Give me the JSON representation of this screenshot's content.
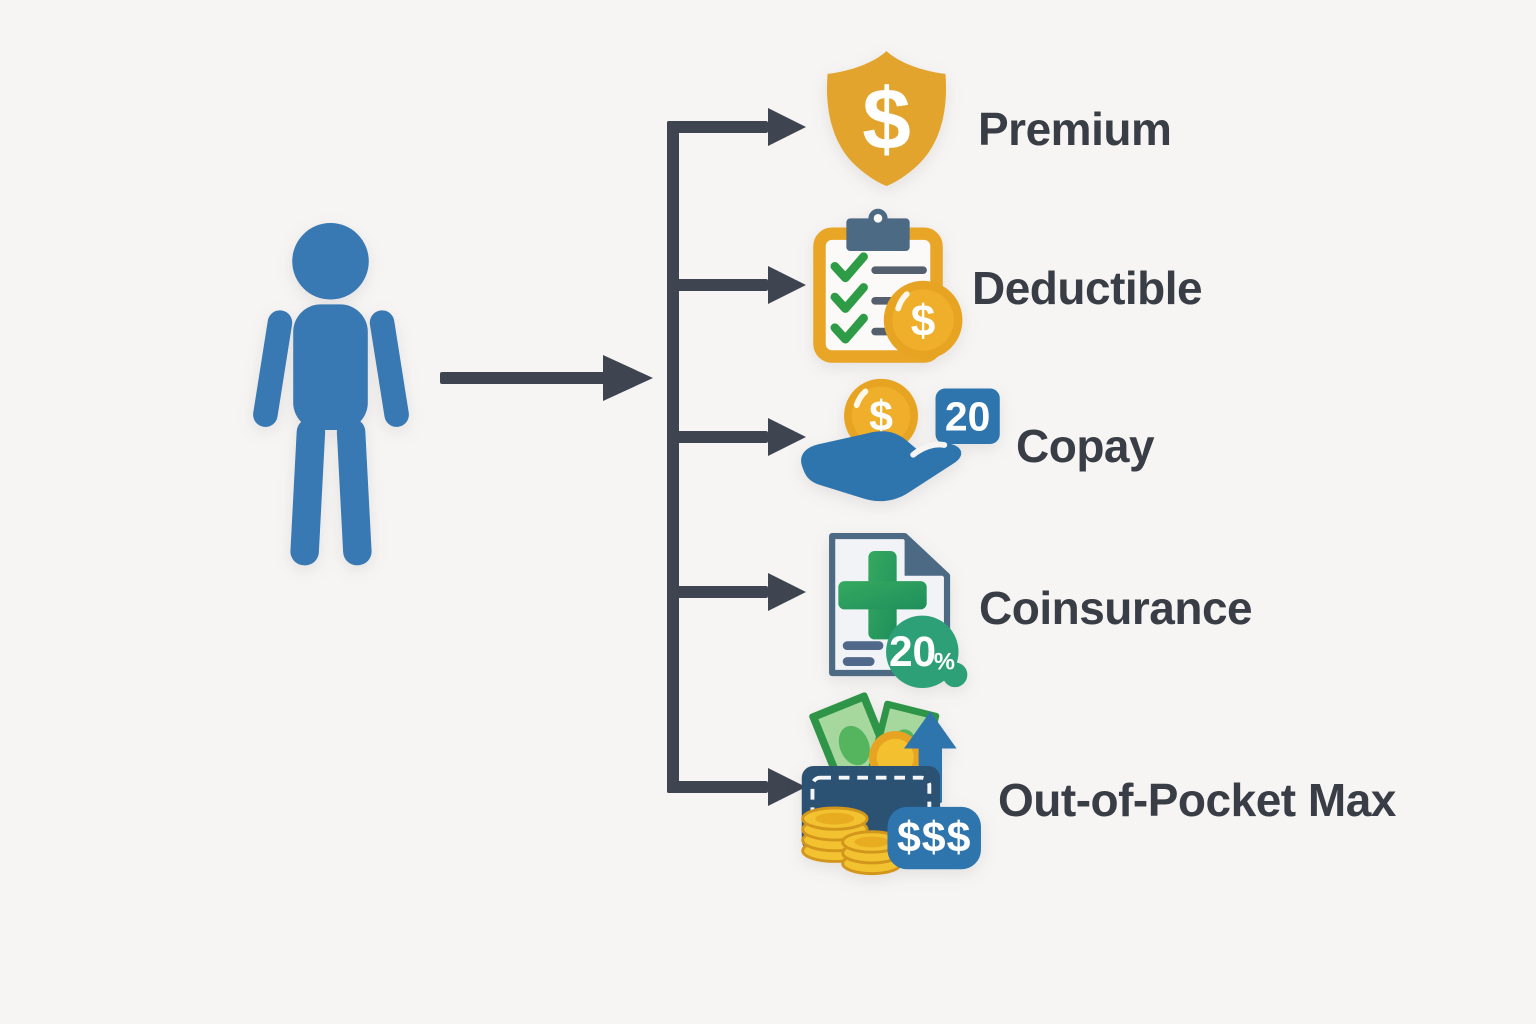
{
  "colors": {
    "background": "#F7F5F3",
    "connector_dark": "#3E4450",
    "label_text": "#393E46",
    "person_blue": "#3878B3",
    "accent_blue": "#2E74AD",
    "slate_blue": "#4D6A85",
    "coin_gold": "#E7A422",
    "amber_border": "#E8A526",
    "check_green": "#2E9C46",
    "badge_green": "#2EA077",
    "bill_green": "#2E9447",
    "wallet_navy": "#2B5173"
  },
  "icons": {
    "person": "person-silhouette",
    "premium": "shield-dollar",
    "deductible": "clipboard-checklist-coin",
    "copay": "hand-holding-coin",
    "coinsurance": "medical-document-cross",
    "out_of_pocket_max": "wallet-cash-coins-arrow"
  },
  "rows": [
    {
      "label": "Premium",
      "icon": "shield-dollar",
      "symbol": "$"
    },
    {
      "label": "Deductible",
      "icon": "clipboard-checklist-coin",
      "symbol": "$"
    },
    {
      "label": "Copay",
      "icon": "hand-holding-coin",
      "symbol": "$",
      "badge": "20"
    },
    {
      "label": "Coinsurance",
      "icon": "medical-document-cross",
      "badge_value": "20",
      "badge_unit": "%"
    },
    {
      "label": "Out-of-Pocket Max",
      "icon": "wallet-cash-coins-arrow",
      "badge": "$$$"
    }
  ]
}
